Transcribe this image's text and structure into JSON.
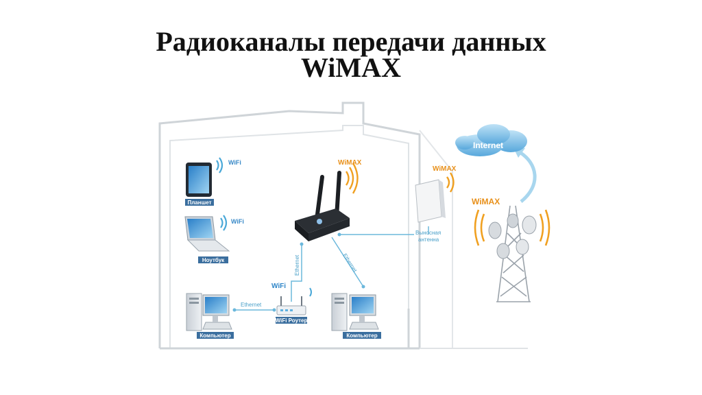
{
  "slide": {
    "title_line1": "Радиоканалы передачи данных",
    "title_line2": "WiMAX"
  },
  "diagram": {
    "devices": {
      "tablet": "Планшет",
      "laptop": "Ноутбук",
      "computer_left": "Компьютер",
      "computer_right": "Компьютер",
      "wifi_router": "WiFi Роутер",
      "external_antenna_line1": "Выносная",
      "external_antenna_line2": "антенна",
      "cloud": "Internet"
    },
    "signals": {
      "wifi_tablet": "WiFi",
      "wifi_laptop": "WiFi",
      "wifi_router": "WiFi",
      "wimax_modem": "WiMAX",
      "wimax_antenna": "WiMAX",
      "wimax_tower": "WiMAX"
    },
    "links": {
      "ethernet_pc_router": "Ethernet",
      "ethernet_router_modem": "Ethernet",
      "ethernet_modem_pc": "Ethernet"
    },
    "colors": {
      "wifi_arc": "#4aa8d8",
      "wimax_arc": "#f0a020",
      "link": "#6cb8dc",
      "house_outline": "#cfd4d8",
      "label_bg": "#3a6e9e"
    }
  }
}
